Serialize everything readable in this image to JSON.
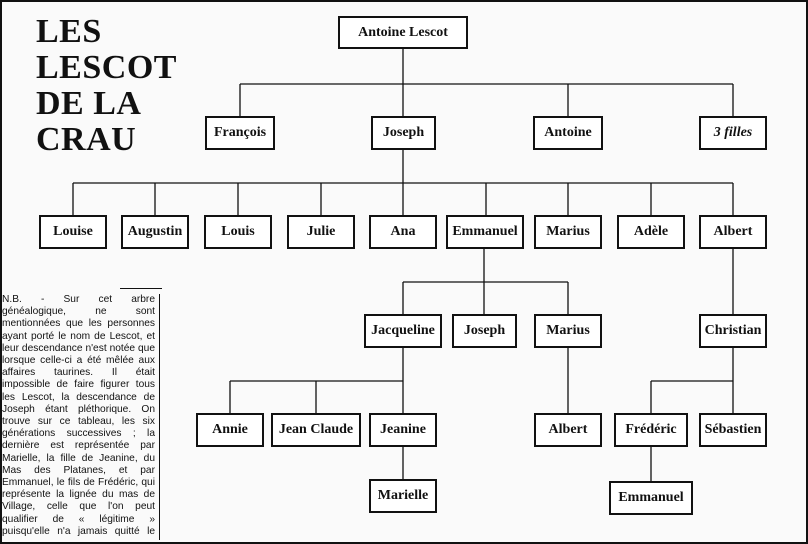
{
  "header": {
    "title_line1": "LES LESCOT",
    "title_line2": "DE LA CRAU"
  },
  "note": {
    "text": "N.B. - Sur cet arbre généalogique, ne sont mentionnées que les personnes ayant porté le nom de Lescot, et leur descendance n'est notée que lorsque celle-ci a été mêlée aux affaires taurines. Il était impossible de faire figurer tous les Lescot, la descendance de Joseph étant pléthorique. On trouve sur ce tableau, les six générations successives ; la dernière est représentée par Marielle, la fille de Jeanine, du Mas des Platanes, et par Emmanuel, le fils de Frédéric, qui représente la lignée du mas de Village, celle que l'on peut qualifier de « légitime » puisqu'elle n'a jamais quitté le mas."
  },
  "tree": {
    "root": "Antoine Lescot",
    "gen2": [
      "François",
      "Joseph",
      "Antoine",
      "3 filles"
    ],
    "gen3": [
      "Louise",
      "Augustin",
      "Louis",
      "Julie",
      "Ana",
      "Emmanuel",
      "Marius",
      "Adèle",
      "Albert"
    ],
    "gen4_emmanuel": [
      "Jacqueline",
      "Joseph",
      "Marius"
    ],
    "gen4_albert": "Christian",
    "gen5_jacqueline": [
      "Annie",
      "Jean Claude",
      "Jeanine"
    ],
    "gen5_marius": "Albert",
    "gen5_christian": [
      "Frédéric",
      "Sébastien"
    ],
    "gen6_jeanine": "Marielle",
    "gen6_frederic": "Emmanuel"
  }
}
